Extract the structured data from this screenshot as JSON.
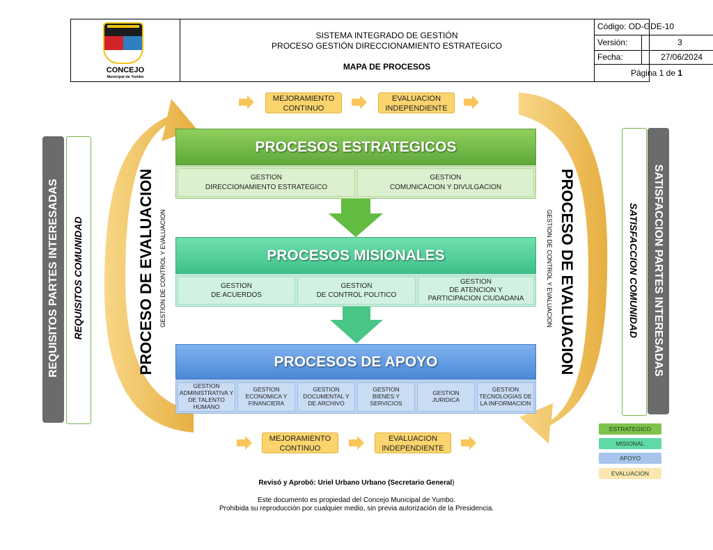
{
  "header": {
    "logo_text": "CONCEJO",
    "logo_subtext": "Municipal de Yumbo",
    "title_line1": "SISTEMA INTEGRADO DE GESTIÓN",
    "title_line2": "PROCESO GESTIÓN DIRECCIONAMIENTO ESTRATEGICO",
    "doc_name": "MAPA DE PROCESOS",
    "codigo": "Código: OD-GDE-10",
    "version_label": "Versión:",
    "version_value": "3",
    "fecha_label": "Fecha:",
    "fecha_value": "27/06/2024",
    "pagina_prefix": "Página 1 de ",
    "pagina_total": "1"
  },
  "left_side": {
    "outer": "REQUISITOS PARTES INTERESADAS",
    "inner": "REQUISITOS COMUNIDAD",
    "eval_title": "PROCESO DE EVALUACION",
    "eval_sub": "GESTION DE CONTROL Y EVALUACION"
  },
  "right_side": {
    "outer": "SATISFACCION PARTES INTERESADAS",
    "inner": "SATISFACCION COMUNIDAD",
    "eval_title": "PROCESO DE EVALUACION",
    "eval_sub": "GESTION DE CONTROL Y EVALUACION"
  },
  "top_pills": [
    {
      "l1": "MEJORAMIENTO",
      "l2": "CONTINUO"
    },
    {
      "l1": "EVALUACION",
      "l2": "INDEPENDIENTE"
    }
  ],
  "bottom_pills": [
    {
      "l1": "MEJORAMIENTO",
      "l2": "CONTINUO"
    },
    {
      "l1": "EVALUACION",
      "l2": "INDEPENDIENTE"
    }
  ],
  "estrategicos": {
    "title": "PROCESOS ESTRATEGICOS",
    "cells": [
      {
        "l1": "GESTION",
        "l2": "DIRECCIONAMIENTO ESTRATEGICO"
      },
      {
        "l1": "GESTION",
        "l2": "COMUNICACION Y  DIVULGACION"
      }
    ]
  },
  "misionales": {
    "title": "PROCESOS MISIONALES",
    "cells": [
      {
        "l1": "GESTION",
        "l2": "DE ACUERDOS",
        "l3": ""
      },
      {
        "l1": "GESTION",
        "l2": "DE CONTROL POLITICO",
        "l3": ""
      },
      {
        "l1": "GESTION",
        "l2": "DE ATENCION Y",
        "l3": "PARTICIPACION CIUDADANA"
      }
    ]
  },
  "apoyo": {
    "title": "PROCESOS DE APOYO",
    "cells": [
      {
        "l1": "GESTION",
        "l2": "ADMINISTRATIVA Y",
        "l3": "DE TALENTO",
        "l4": "HUMANO"
      },
      {
        "l1": "GESTION",
        "l2": "ECONOMICA Y",
        "l3": "FINANCIERA",
        "l4": ""
      },
      {
        "l1": "GESTION",
        "l2": "DOCUMENTAL Y",
        "l3": "DE ARCHIVO",
        "l4": ""
      },
      {
        "l1": "GESTION",
        "l2": "BIENES Y",
        "l3": "SERVICIOS",
        "l4": ""
      },
      {
        "l1": "GESTION",
        "l2": "JURIDICA",
        "l3": "",
        "l4": ""
      },
      {
        "l1": "GESTION",
        "l2": "TECNOLOGIAS DE",
        "l3": "LA INFORMACION",
        "l4": ""
      }
    ]
  },
  "legend": [
    {
      "label": "ESTRATEGICO",
      "color": "#7dc24b"
    },
    {
      "label": "MISIONAL",
      "color": "#5fd9a6"
    },
    {
      "label": "APOYO",
      "color": "#a7c4ec"
    },
    {
      "label": "EVALUACION",
      "color": "#fde7b0"
    }
  ],
  "footer": {
    "reviso_bold": "Revisó y Aprobó: Uriel Urbano Urbano (Secretario General",
    "reviso_end": ")",
    "line1": "Este documento es propiedad del Concejo Municipal de Yumbo.",
    "line2": "Prohibida su reproducción por cualquier medio, sin previa autorización de la Presidencia."
  },
  "colors": {
    "estrategico_bar": "#72b84a",
    "misional_bar": "#46c98f",
    "apoyo_bar": "#5b97de",
    "arrow_yellow": "#f9c55a",
    "arrow_green": "#58b837"
  }
}
